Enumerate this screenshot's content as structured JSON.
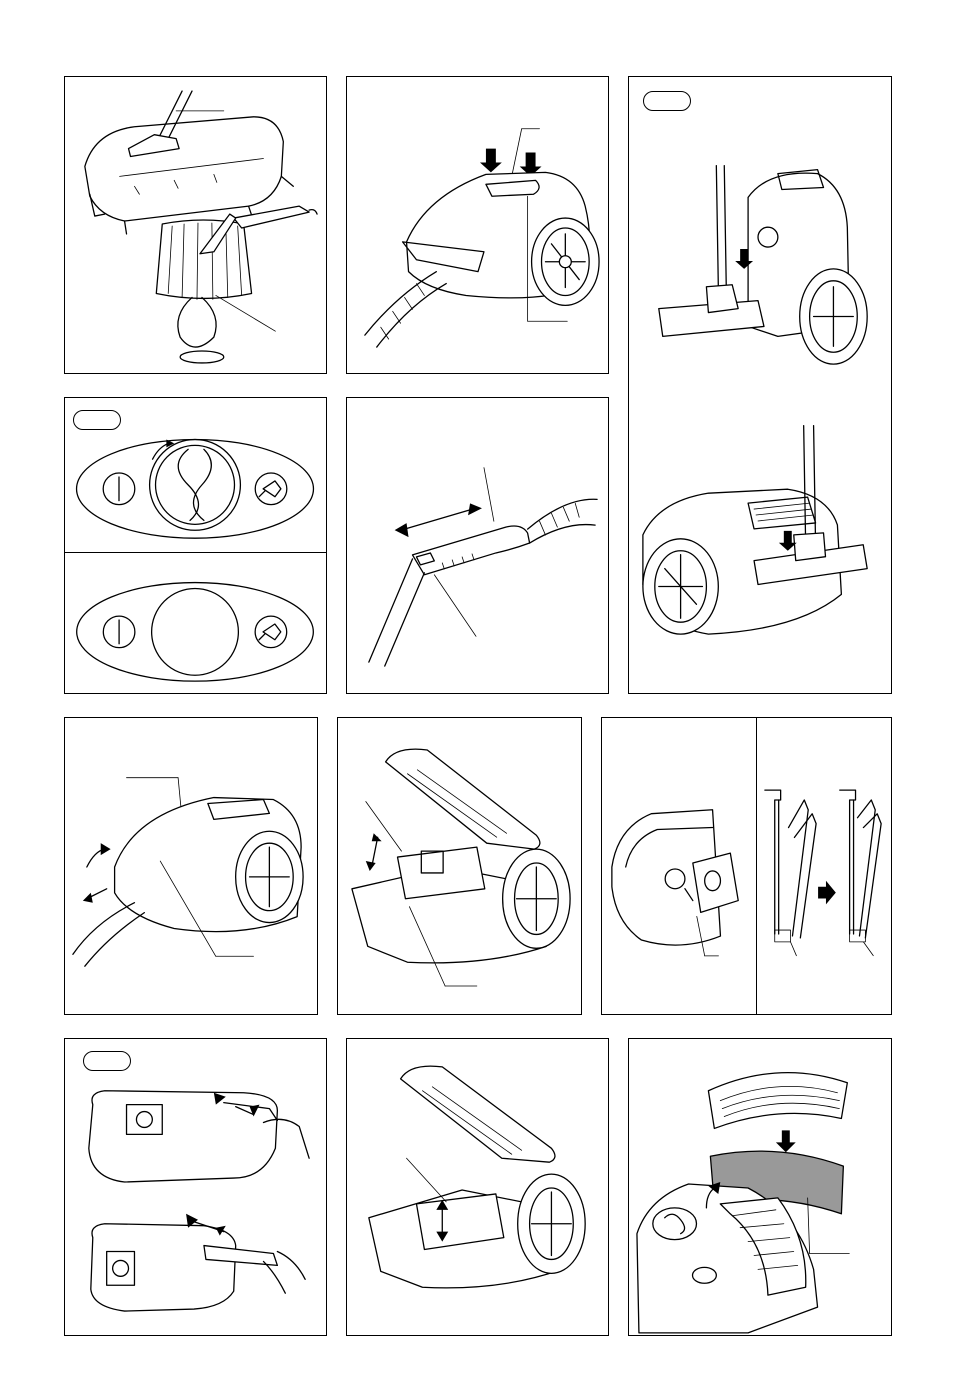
{
  "page": {
    "title": "",
    "figures": [
      {
        "id": "upholstery-nozzle-figure",
        "badge": ""
      },
      {
        "id": "top-buttons-figure",
        "badge": ""
      },
      {
        "id": "parking-nozzle-figure",
        "badge": ""
      },
      {
        "id": "power-dial-figure",
        "badge": ""
      },
      {
        "id": "power-panel-figure",
        "badge": ""
      },
      {
        "id": "telescopic-tube-figure",
        "badge": ""
      },
      {
        "id": "open-lid-figure",
        "badge": ""
      },
      {
        "id": "dustbag-holder-figure",
        "badge": ""
      },
      {
        "id": "bag-insert-figure",
        "badge": ""
      },
      {
        "id": "paper-bag-figure",
        "badge": ""
      },
      {
        "id": "open-compartment-figure",
        "badge": ""
      },
      {
        "id": "exhaust-filter-figure",
        "badge": ""
      }
    ]
  },
  "colors": {
    "line": "#000000",
    "background": "#ffffff",
    "filter_shade": "#999999"
  },
  "icons": {
    "power_on": "power-on-symbol",
    "cord_rewind": "plug-rewind-symbol",
    "arrows": "direction-arrow"
  }
}
